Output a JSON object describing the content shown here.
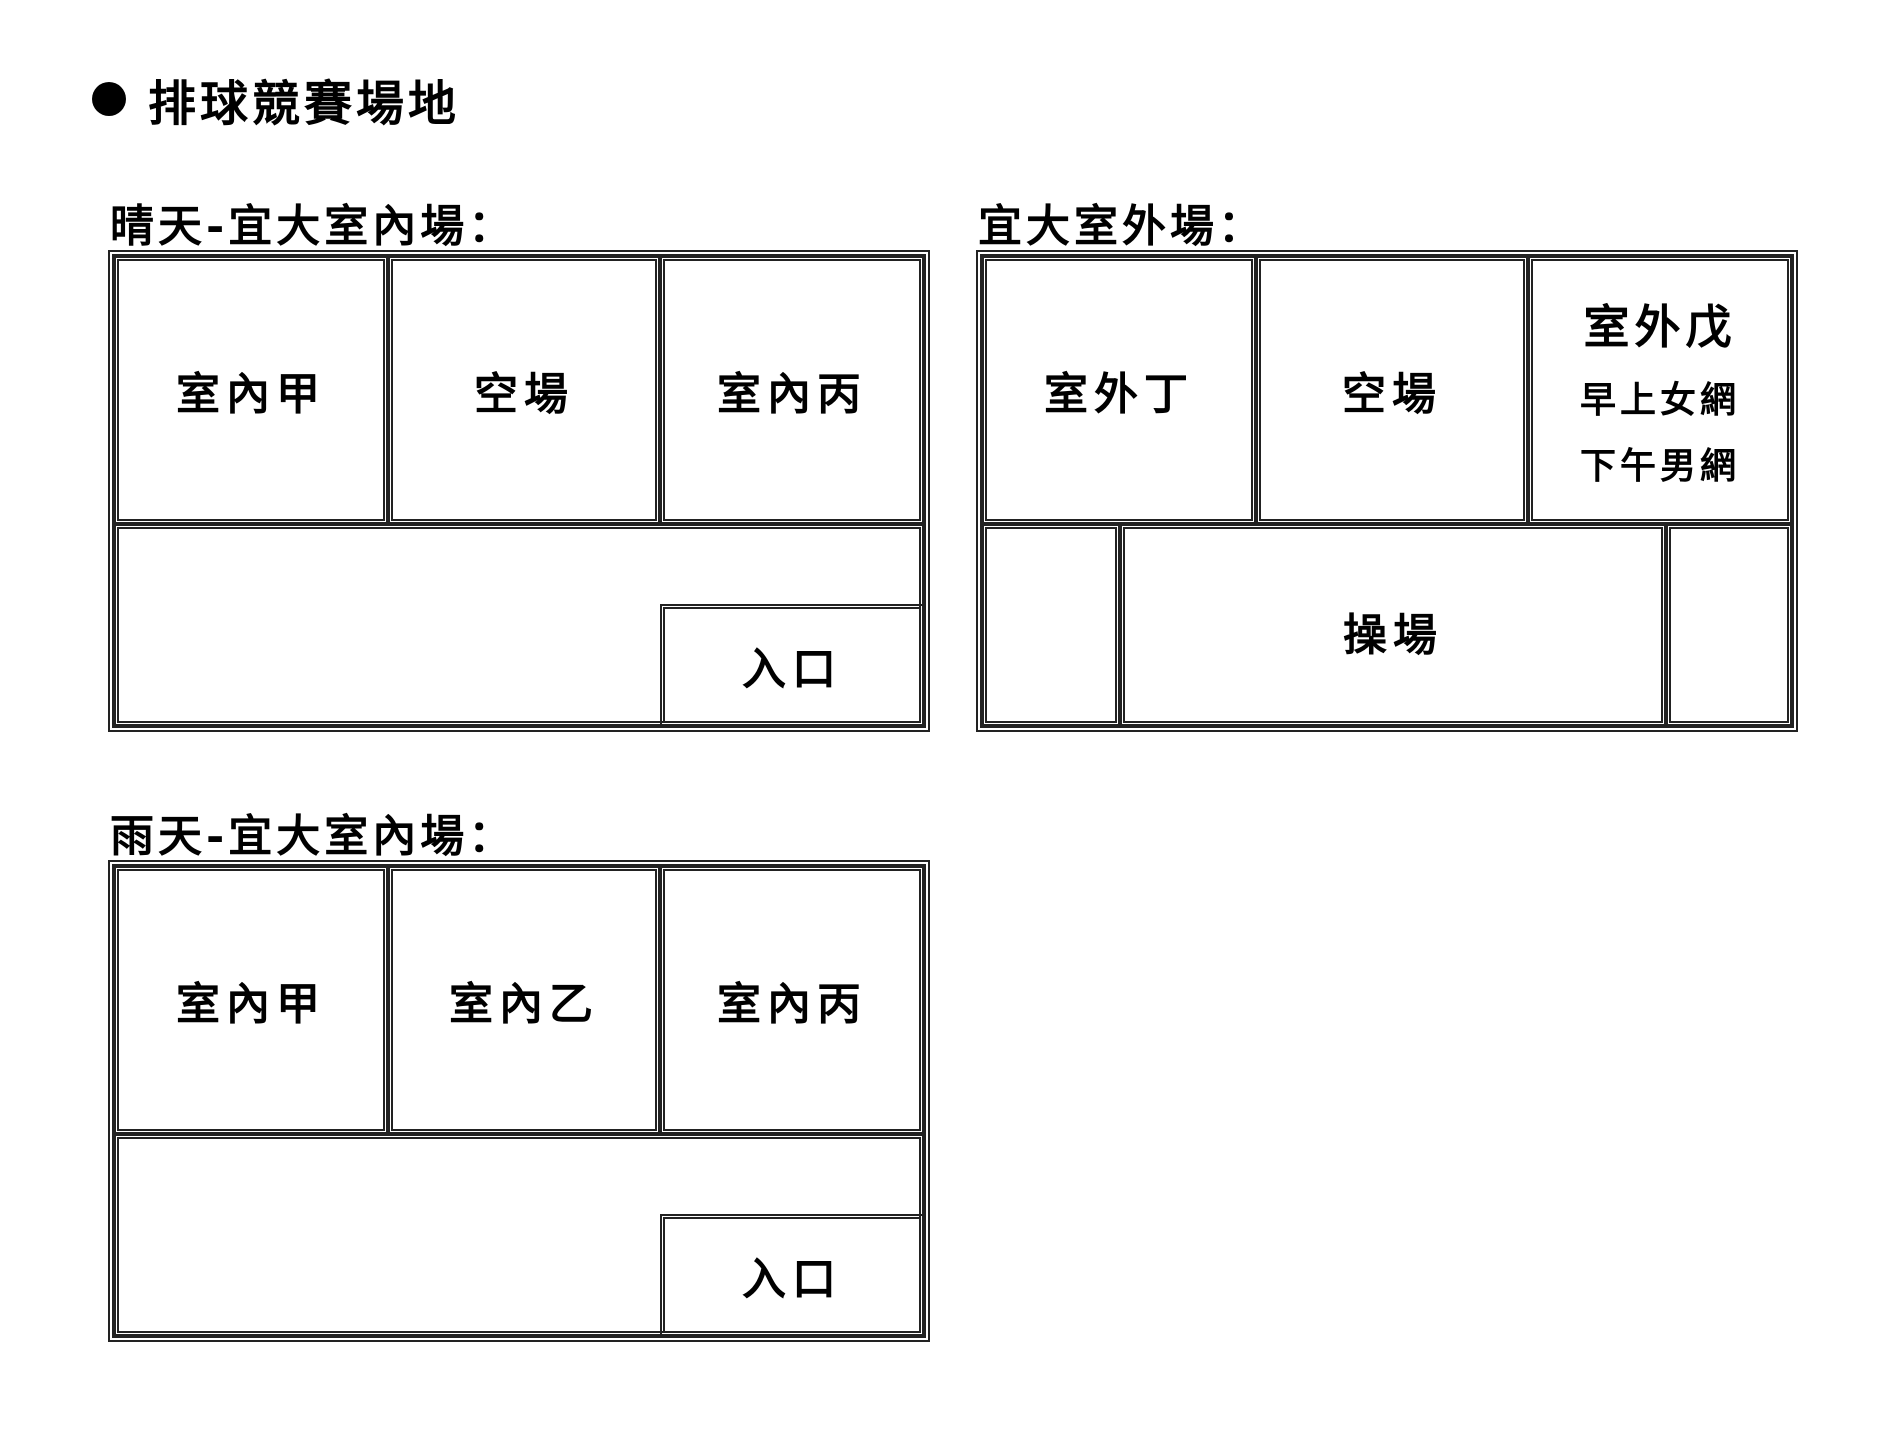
{
  "heading": "排球競賽場地",
  "sunny_indoor": {
    "title": "晴天-宜大室內場：",
    "top": [
      "室內甲",
      "空場",
      "室內丙"
    ],
    "entrance": "入口"
  },
  "outdoor": {
    "title": "宜大室外場：",
    "top": [
      "室外丁",
      "空場"
    ],
    "court_e": {
      "name": "室外戊",
      "line1": "早上女網",
      "line2": "下午男網"
    },
    "playground": "操場"
  },
  "rainy_indoor": {
    "title": "雨天-宜大室內場：",
    "top": [
      "室內甲",
      "室內乙",
      "室內丙"
    ],
    "entrance": "入口"
  }
}
